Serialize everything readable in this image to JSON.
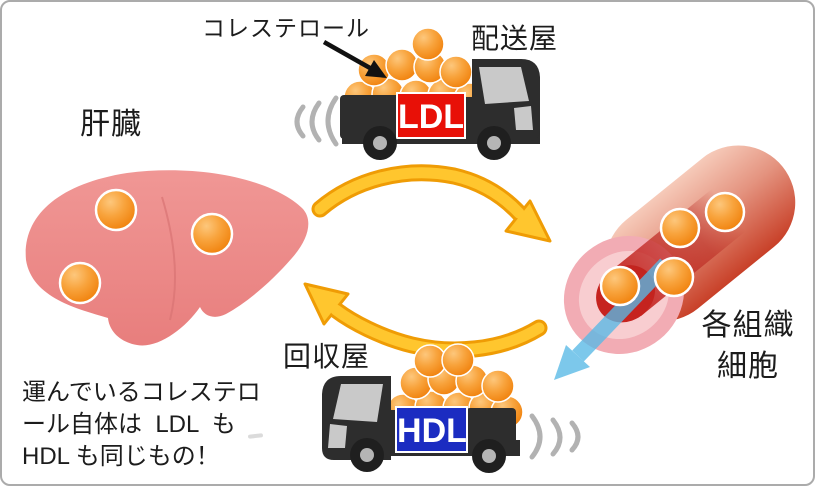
{
  "labels": {
    "cholesterol": "コレステロール",
    "delivery_shop": "配送屋",
    "liver": "肝臓",
    "tissue_line1": "各組織",
    "tissue_line2": "細胞",
    "collector_shop": "回収屋"
  },
  "trucks": {
    "ldl": {
      "label": "LDL",
      "sign_color": "#e81007",
      "text_color": "#ffffff"
    },
    "hdl": {
      "label": "HDL",
      "sign_color": "#1b2cc1",
      "text_color": "#ffffff"
    }
  },
  "note": {
    "line1": "運んでいるコレステロ",
    "line2": "ール自体は  LDL  も",
    "line3": "HDL も同じもの！"
  },
  "colors": {
    "ball_orange": "#f7941d",
    "liver_pink": "#ee8c8a",
    "vessel_wall_pink": "#f2acb4",
    "vessel_lumen_red": "#c6231f",
    "flow_arrow_yellow": "#ffc62e",
    "flow_arrow_outline": "#ef9c05",
    "diffusion_arrow_blue": "#58b9e6",
    "truck_body": "#2d2d2d",
    "sound_wave_gray": "#b2b2b2",
    "border_gray": "#ababab"
  }
}
